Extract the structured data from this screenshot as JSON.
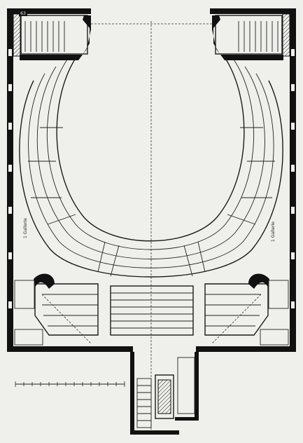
{
  "plan": {
    "sheet_number": "63",
    "label_left": "1 Gallerie",
    "label_right": "1 Gallerie"
  },
  "colors": {
    "paper": "#efefec",
    "ink": "#111111"
  }
}
